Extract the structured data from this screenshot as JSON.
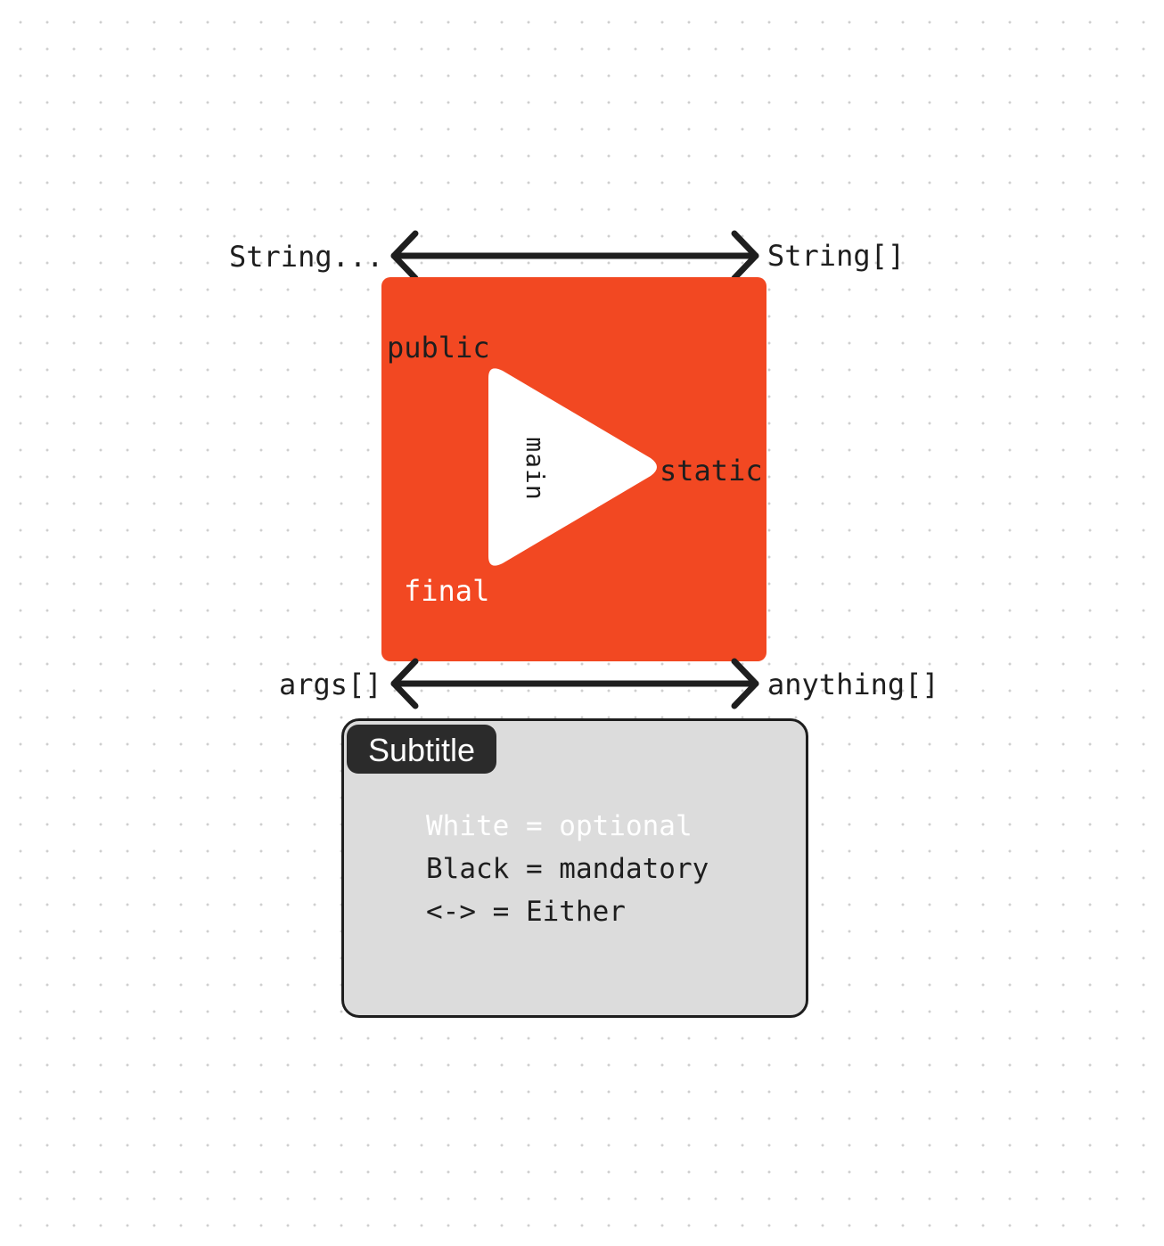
{
  "labels": {
    "top_left": "String...",
    "top_right": "String[]",
    "bottom_left": "args[]",
    "bottom_right": "anything[]",
    "public": "public",
    "static": "static",
    "final": "final",
    "main": "main"
  },
  "legend": {
    "subtitle": "Subtitle",
    "lines": [
      "White = optional",
      "Black = mandatory",
      "<-> = Either"
    ]
  },
  "colors": {
    "block": "#F24822",
    "ink": "#1E1E1E",
    "optional_text": "#FFFFFF",
    "legend_bg": "#DCDCDC",
    "badge_bg": "#2B2B2B"
  }
}
